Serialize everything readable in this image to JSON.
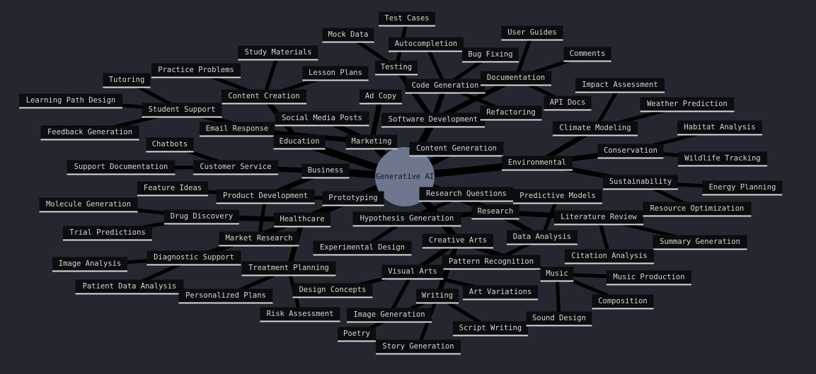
{
  "colors": {
    "background": "#232730",
    "node_fill": "#0c0d10",
    "node_text": "#d4d4d4",
    "node_underline": "#d8d8d8",
    "center_fill": "#6e7690",
    "edge": "#000000"
  },
  "center": {
    "id": "root",
    "label": "Generative AI"
  },
  "nodes": [
    {
      "id": "software",
      "label": "Software Development",
      "parent": "root"
    },
    {
      "id": "codegen",
      "label": "Code Generation",
      "parent": "software"
    },
    {
      "id": "autocomplete",
      "label": "Autocompletion",
      "parent": "codegen"
    },
    {
      "id": "bugfix",
      "label": "Bug Fixing",
      "parent": "codegen"
    },
    {
      "id": "refactor",
      "label": "Refactoring",
      "parent": "codegen"
    },
    {
      "id": "testing",
      "label": "Testing",
      "parent": "software"
    },
    {
      "id": "testcases",
      "label": "Test Cases",
      "parent": "testing"
    },
    {
      "id": "mockdata",
      "label": "Mock Data",
      "parent": "testing"
    },
    {
      "id": "documentation",
      "label": "Documentation",
      "parent": "software"
    },
    {
      "id": "userguides",
      "label": "User Guides",
      "parent": "documentation"
    },
    {
      "id": "comments",
      "label": "Comments",
      "parent": "documentation"
    },
    {
      "id": "apidocs",
      "label": "API Docs",
      "parent": "documentation"
    },
    {
      "id": "content",
      "label": "Content Generation",
      "parent": "root"
    },
    {
      "id": "marketing",
      "label": "Marketing",
      "parent": "root"
    },
    {
      "id": "adcopy",
      "label": "Ad Copy",
      "parent": "marketing"
    },
    {
      "id": "social",
      "label": "Social Media Posts",
      "parent": "marketing"
    },
    {
      "id": "email",
      "label": "Email Response",
      "parent": "marketing"
    },
    {
      "id": "education",
      "label": "Education",
      "parent": "root"
    },
    {
      "id": "contentcreation",
      "label": "Content Creation",
      "parent": "education"
    },
    {
      "id": "studymaterials",
      "label": "Study Materials",
      "parent": "contentcreation"
    },
    {
      "id": "lessonplans",
      "label": "Lesson Plans",
      "parent": "contentcreation"
    },
    {
      "id": "practice",
      "label": "Practice Problems",
      "parent": "contentcreation"
    },
    {
      "id": "studentsupport",
      "label": "Student Support",
      "parent": "education"
    },
    {
      "id": "tutoring",
      "label": "Tutoring",
      "parent": "studentsupport"
    },
    {
      "id": "learningpath",
      "label": "Learning Path Design",
      "parent": "studentsupport"
    },
    {
      "id": "feedback",
      "label": "Feedback Generation",
      "parent": "studentsupport"
    },
    {
      "id": "business",
      "label": "Business",
      "parent": "root"
    },
    {
      "id": "customerservice",
      "label": "Customer Service",
      "parent": "business"
    },
    {
      "id": "chatbots",
      "label": "Chatbots",
      "parent": "customerservice"
    },
    {
      "id": "supportdocs",
      "label": "Support Documentation",
      "parent": "customerservice"
    },
    {
      "id": "productdev",
      "label": "Product Development",
      "parent": "business"
    },
    {
      "id": "featureideas",
      "label": "Feature Ideas",
      "parent": "productdev"
    },
    {
      "id": "prototyping",
      "label": "Prototyping",
      "parent": "productdev"
    },
    {
      "id": "marketresearch",
      "label": "Market Research",
      "parent": "productdev"
    },
    {
      "id": "healthcare",
      "label": "Healthcare",
      "parent": "root"
    },
    {
      "id": "drugdiscovery",
      "label": "Drug Discovery",
      "parent": "healthcare"
    },
    {
      "id": "molecule",
      "label": "Molecule Generation",
      "parent": "drugdiscovery"
    },
    {
      "id": "trialpred",
      "label": "Trial Predictions",
      "parent": "drugdiscovery"
    },
    {
      "id": "diagnostic",
      "label": "Diagnostic Support",
      "parent": "healthcare"
    },
    {
      "id": "imageanalysis",
      "label": "Image Analysis",
      "parent": "diagnostic"
    },
    {
      "id": "patientdata",
      "label": "Patient Data Analysis",
      "parent": "diagnostic"
    },
    {
      "id": "treatment",
      "label": "Treatment Planning",
      "parent": "healthcare"
    },
    {
      "id": "personalized",
      "label": "Personalized Plans",
      "parent": "treatment"
    },
    {
      "id": "risk",
      "label": "Risk Assessment",
      "parent": "treatment"
    },
    {
      "id": "research",
      "label": "Research",
      "parent": "root"
    },
    {
      "id": "hypothesis",
      "label": "Hypothesis Generation",
      "parent": "research"
    },
    {
      "id": "researchq",
      "label": "Research Questions",
      "parent": "hypothesis"
    },
    {
      "id": "experimental",
      "label": "Experimental Design",
      "parent": "hypothesis"
    },
    {
      "id": "dataanalysis",
      "label": "Data Analysis",
      "parent": "research"
    },
    {
      "id": "pattern",
      "label": "Pattern Recognition",
      "parent": "dataanalysis"
    },
    {
      "id": "predictive",
      "label": "Predictive Models",
      "parent": "dataanalysis"
    },
    {
      "id": "litreview",
      "label": "Literature Review",
      "parent": "research"
    },
    {
      "id": "summary",
      "label": "Summary Generation",
      "parent": "litreview"
    },
    {
      "id": "citation",
      "label": "Citation Analysis",
      "parent": "litreview"
    },
    {
      "id": "creative",
      "label": "Creative Arts",
      "parent": "root"
    },
    {
      "id": "visualarts",
      "label": "Visual Arts",
      "parent": "creative"
    },
    {
      "id": "designconcepts",
      "label": "Design Concepts",
      "parent": "visualarts"
    },
    {
      "id": "imagegen",
      "label": "Image Generation",
      "parent": "visualarts"
    },
    {
      "id": "artvariations",
      "label": "Art Variations",
      "parent": "visualarts"
    },
    {
      "id": "writing",
      "label": "Writing",
      "parent": "creative"
    },
    {
      "id": "poetry",
      "label": "Poetry",
      "parent": "writing"
    },
    {
      "id": "story",
      "label": "Story Generation",
      "parent": "writing"
    },
    {
      "id": "script",
      "label": "Script Writing",
      "parent": "writing"
    },
    {
      "id": "music",
      "label": "Music",
      "parent": "creative"
    },
    {
      "id": "musicprod",
      "label": "Music Production",
      "parent": "music"
    },
    {
      "id": "composition",
      "label": "Composition",
      "parent": "music"
    },
    {
      "id": "sounddesign",
      "label": "Sound Design",
      "parent": "music"
    },
    {
      "id": "environmental",
      "label": "Environmental",
      "parent": "root"
    },
    {
      "id": "climate",
      "label": "Climate Modeling",
      "parent": "environmental"
    },
    {
      "id": "impact",
      "label": "Impact Assessment",
      "parent": "climate"
    },
    {
      "id": "weather",
      "label": "Weather Prediction",
      "parent": "climate"
    },
    {
      "id": "conservation",
      "label": "Conservation",
      "parent": "environmental"
    },
    {
      "id": "habitat",
      "label": "Habitat Analysis",
      "parent": "conservation"
    },
    {
      "id": "wildlife",
      "label": "Wildlife Tracking",
      "parent": "conservation"
    },
    {
      "id": "sustainability",
      "label": "Sustainability",
      "parent": "environmental"
    },
    {
      "id": "energy",
      "label": "Energy Planning",
      "parent": "sustainability"
    },
    {
      "id": "resourceopt",
      "label": "Resource Optimization",
      "parent": "sustainability"
    }
  ]
}
